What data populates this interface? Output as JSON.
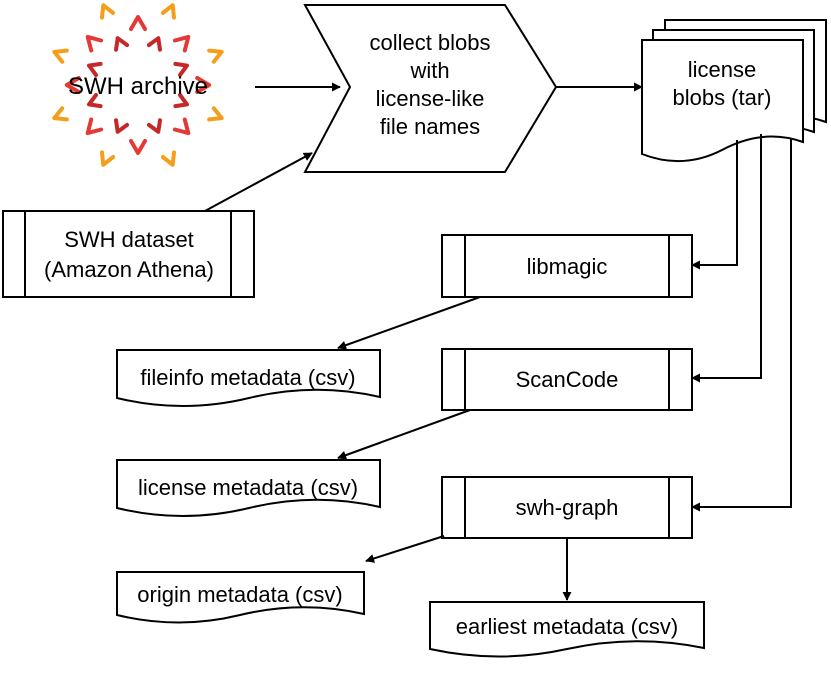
{
  "logo": {
    "text": "SWH archive",
    "colors": {
      "red": "#e53935",
      "orange": "#f59e1b",
      "deep_red": "#c62828"
    },
    "icon": "swh-star-logo-icon"
  },
  "nodes": {
    "collect": {
      "lines": [
        "collect blobs",
        "with",
        "license-like",
        "file names"
      ]
    },
    "license_blobs": {
      "lines": [
        "license",
        "blobs (tar)"
      ]
    },
    "dataset": {
      "lines": [
        "SWH dataset",
        "(Amazon Athena)"
      ]
    },
    "libmagic": {
      "label": "libmagic"
    },
    "scancode": {
      "label": "ScanCode"
    },
    "swh_graph": {
      "label": "swh-graph"
    },
    "fileinfo": {
      "label": "fileinfo metadata (csv)"
    },
    "license_meta": {
      "label": "license metadata (csv)"
    },
    "origin_meta": {
      "label": "origin metadata (csv)"
    },
    "earliest_meta": {
      "label": "earliest metadata (csv)"
    }
  }
}
